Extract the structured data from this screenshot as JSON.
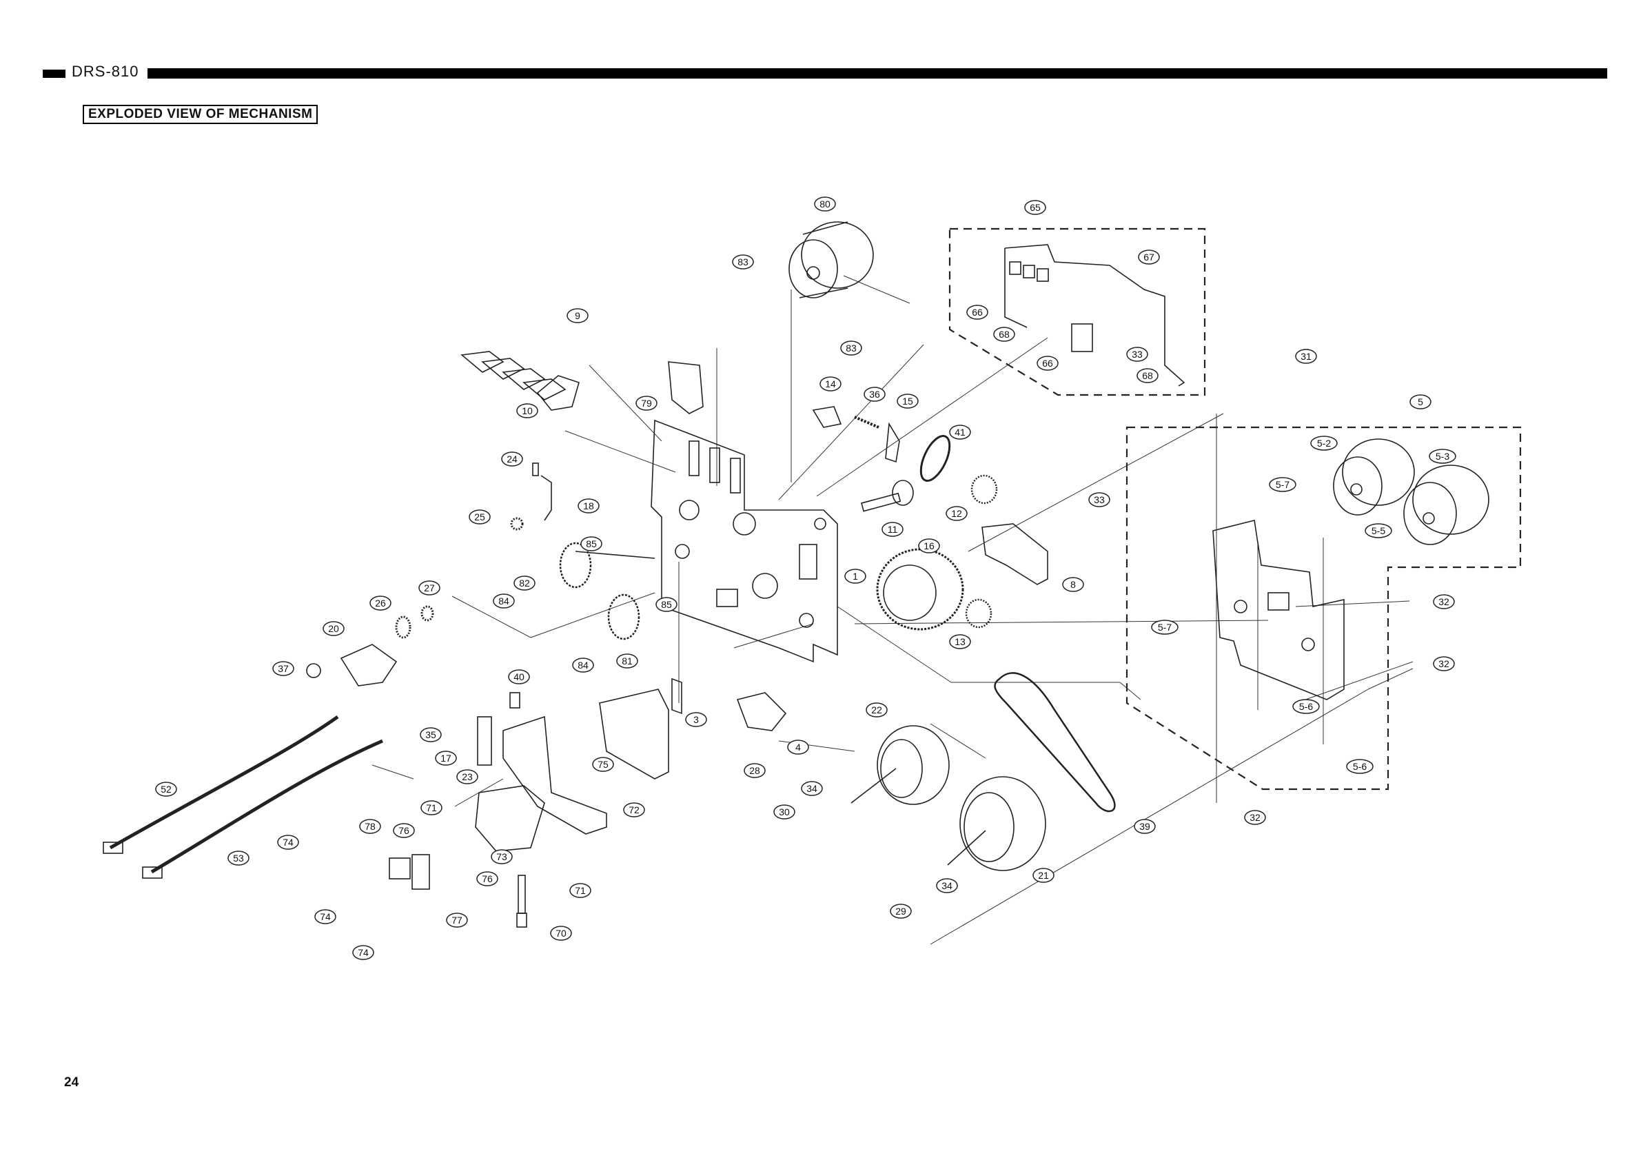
{
  "header": {
    "model": "DRS-810"
  },
  "section_title": "EXPLODED VIEW OF MECHANISM",
  "page_number": "24",
  "callouts": [
    "80",
    "83",
    "83",
    "65",
    "66",
    "67",
    "68",
    "66",
    "33",
    "68",
    "9",
    "10",
    "79",
    "14",
    "36",
    "15",
    "41",
    "31",
    "5",
    "5-2",
    "5-3",
    "5-7",
    "5-5",
    "5-7",
    "5-6",
    "5-6",
    "24",
    "25",
    "18",
    "12",
    "11",
    "33",
    "8",
    "16",
    "13",
    "1",
    "85",
    "82",
    "84",
    "85",
    "84",
    "81",
    "27",
    "26",
    "20",
    "37",
    "40",
    "35",
    "17",
    "23",
    "3",
    "4",
    "28",
    "75",
    "72",
    "52",
    "53",
    "71",
    "74",
    "78",
    "76",
    "73",
    "76",
    "74",
    "77",
    "74",
    "71",
    "70",
    "22",
    "34",
    "30",
    "21",
    "34",
    "29",
    "39",
    "32",
    "32",
    "32"
  ]
}
